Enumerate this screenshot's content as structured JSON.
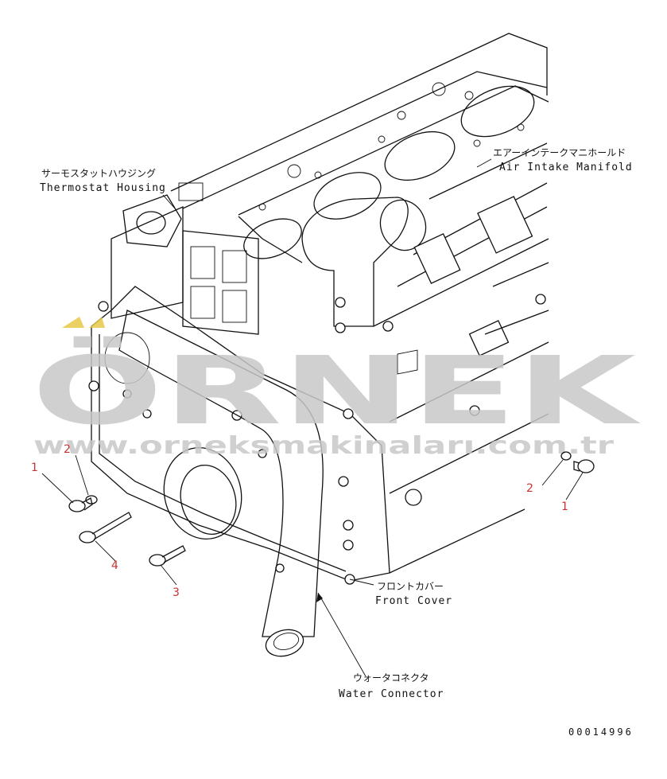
{
  "labels": {
    "thermostat_jp": "サーモスタットハウジング",
    "thermostat_en": "Thermostat Housing",
    "intake_jp": "エアーインテークマニホールド",
    "intake_en": "Air Intake Manifold",
    "front_jp": "フロントカバー",
    "front_en": "Front Cover",
    "water_jp": "ウォータコネクタ",
    "water_en": "Water Connector"
  },
  "part_numbers": {
    "left_1": "1",
    "left_2": "2",
    "left_3": "3",
    "left_4": "4",
    "right_2": "2",
    "right_1": "1"
  },
  "drawing_id": "00014996",
  "watermark": {
    "brand": "ÖRNEK",
    "url": "www.orneksmakinaları.com.tr",
    "color": "#c8c8c8",
    "accent": "#e8c84a"
  },
  "colors": {
    "line": "#111111",
    "callout": "#c83232",
    "background": "#ffffff"
  }
}
